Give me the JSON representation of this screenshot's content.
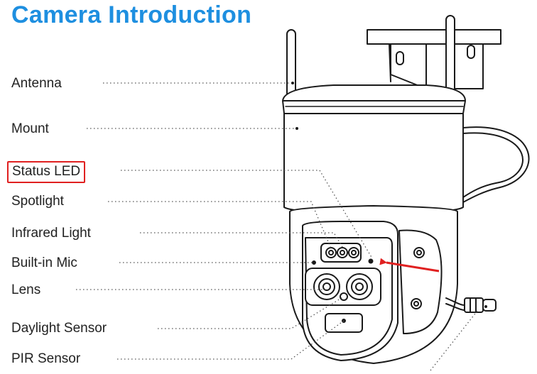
{
  "title": "Camera Introduction",
  "labels": [
    {
      "id": "antenna",
      "text": "Antenna"
    },
    {
      "id": "mount",
      "text": "Mount"
    },
    {
      "id": "status-led",
      "text": "Status LED",
      "highlighted": true
    },
    {
      "id": "spotlight",
      "text": "Spotlight"
    },
    {
      "id": "infrared-light",
      "text": "Infrared Light"
    },
    {
      "id": "built-in-mic",
      "text": "Built-in Mic"
    },
    {
      "id": "lens",
      "text": "Lens"
    },
    {
      "id": "daylight-sensor",
      "text": "Daylight Sensor"
    },
    {
      "id": "pir-sensor",
      "text": "PIR Sensor"
    }
  ],
  "colors": {
    "title": "#1e8fe0",
    "highlight_box": "#e02020",
    "arrow": "#e02020",
    "outline": "#1a1a1a",
    "leader_dots": "#555555"
  }
}
